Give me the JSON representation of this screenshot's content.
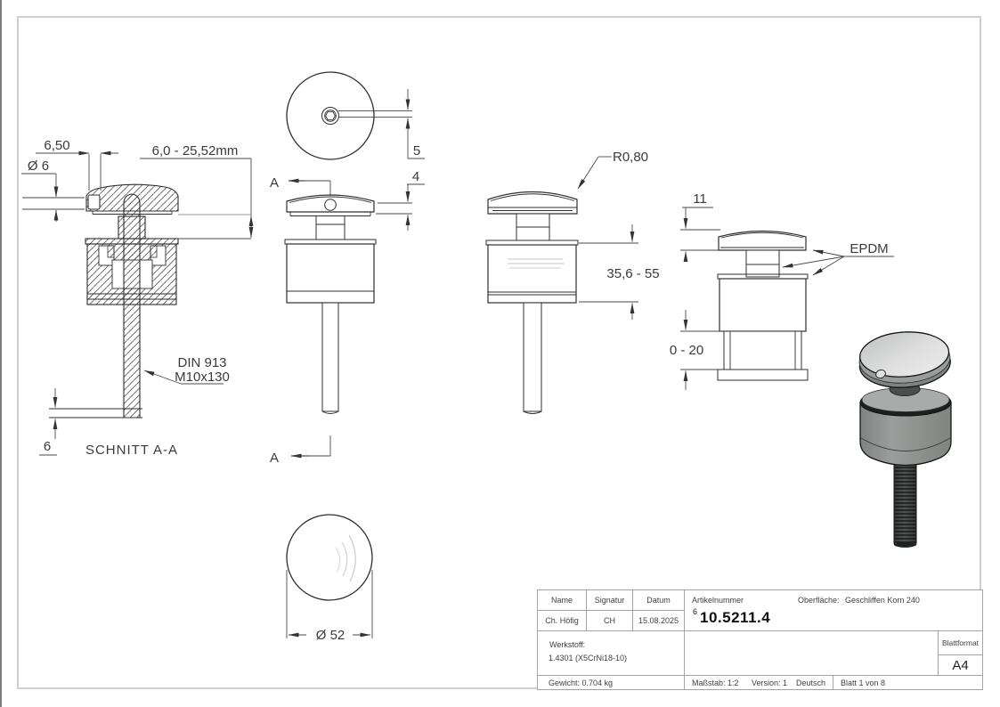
{
  "views": {
    "section": {
      "label": "SCHNITT A-A",
      "dim_slot_width": "6,50",
      "dim_hole": "Ø 6",
      "dim_glass_range": "6,0 - 25,52mm",
      "dim_glass_thickness": "6",
      "note_line1": "DIN 913",
      "note_line2": "M10x130"
    },
    "front": {
      "section_mark_top": "A",
      "section_mark_bottom": "A",
      "dim_socket": "5",
      "dim_cap": "4"
    },
    "side": {
      "dim_radius": "R0,80",
      "dim_height_range": "35,6 - 55"
    },
    "spacer": {
      "dim_cap_height": "11",
      "note_epdm": "EPDM",
      "dim_spacer_range": "0 - 20"
    },
    "bottom": {
      "dim_diameter": "Ø 52"
    }
  },
  "title_block": {
    "col_name": "Name",
    "col_signature": "Signatur",
    "col_date": "Datum",
    "name": "Ch. Höfig",
    "signature": "CH",
    "date": "15.08.2025",
    "article_label": "Artikelnummer",
    "article_prefix": "6",
    "article_number": "10.5211.4",
    "surface_label": "Oberfläche:",
    "surface_value": "Geschliffen Korn 240",
    "material_label": "Werkstoff:",
    "material_value": "1.4301 (X5CrNi18-10)",
    "sheet_format_label": "Blattformat",
    "sheet_format_value": "A4",
    "weight": "Gewicht: 0.704 kg",
    "scale": "Maßstab: 1:2",
    "version": "Version: 1",
    "language": "Deutsch",
    "sheet": "Blatt 1 von 8"
  }
}
